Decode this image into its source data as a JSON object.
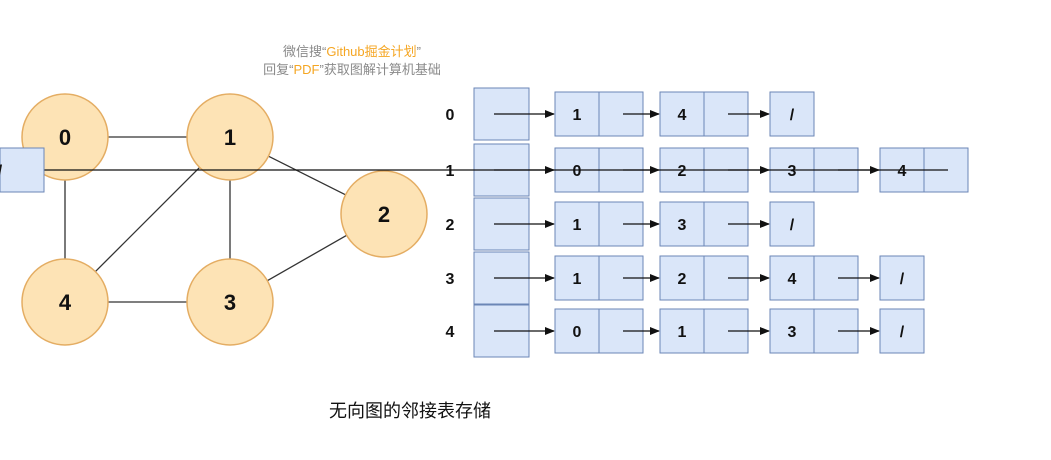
{
  "colors": {
    "node_fill": "#fde3b5",
    "node_stroke": "#e4ad63",
    "cell_fill": "#dae6f9",
    "cell_stroke": "#6b86b6",
    "line": "#333333",
    "watermark_gray": "#8a8a8a",
    "watermark_highlight": "#f5a623"
  },
  "watermark": {
    "line1_prefix": "微信搜“",
    "line1_highlight": "Github掘金计划",
    "line1_suffix": "”",
    "line2_prefix": "回复“",
    "line2_highlight": "PDF",
    "line2_suffix": "”获取图解计算机基础"
  },
  "graph": {
    "nodes": [
      {
        "id": "0",
        "label": "0"
      },
      {
        "id": "1",
        "label": "1"
      },
      {
        "id": "2",
        "label": "2"
      },
      {
        "id": "3",
        "label": "3"
      },
      {
        "id": "4",
        "label": "4"
      }
    ],
    "edges": [
      [
        "0",
        "1"
      ],
      [
        "0",
        "4"
      ],
      [
        "1",
        "4"
      ],
      [
        "1",
        "3"
      ],
      [
        "1",
        "2"
      ],
      [
        "2",
        "3"
      ],
      [
        "3",
        "4"
      ]
    ]
  },
  "adjacency_list": {
    "rows": [
      {
        "label": "0",
        "items": [
          "1",
          "4"
        ]
      },
      {
        "label": "1",
        "items": [
          "0",
          "2",
          "3",
          "4"
        ]
      },
      {
        "label": "2",
        "items": [
          "1",
          "3"
        ]
      },
      {
        "label": "3",
        "items": [
          "1",
          "2",
          "4"
        ]
      },
      {
        "label": "4",
        "items": [
          "0",
          "1",
          "3"
        ]
      }
    ],
    "null_marker": "/"
  },
  "caption": "无向图的邻接表存储"
}
